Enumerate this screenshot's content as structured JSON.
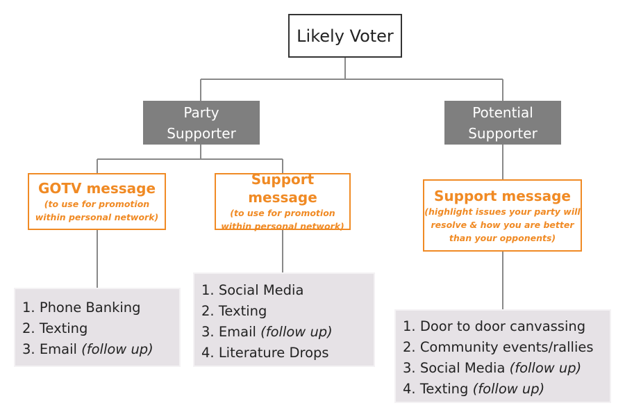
{
  "root": {
    "label": "Likely Voter"
  },
  "branches": [
    {
      "label_line1": "Party",
      "label_line2": "Supporter",
      "messages": [
        {
          "title": "GOTV message",
          "subtitle": "(to use for promotion\nwithin personal network)",
          "channels": [
            {
              "num": "1.",
              "text": "Phone Banking",
              "note": ""
            },
            {
              "num": "2.",
              "text": "Texting",
              "note": ""
            },
            {
              "num": "3.",
              "text": "Email",
              "note": "(follow up)"
            }
          ]
        },
        {
          "title": "Support message",
          "subtitle": "(to use for promotion\nwithin personal network)",
          "channels": [
            {
              "num": "1.",
              "text": "Social Media",
              "note": ""
            },
            {
              "num": "2.",
              "text": "Texting",
              "note": ""
            },
            {
              "num": "3.",
              "text": "Email",
              "note": "(follow up)"
            },
            {
              "num": "4.",
              "text": "Literature Drops",
              "note": ""
            }
          ]
        }
      ]
    },
    {
      "label_line1": "Potential",
      "label_line2": "Supporter",
      "messages": [
        {
          "title": "Support message",
          "subtitle": "(highlight issues your party will\nresolve & how you are better\nthan your opponents)",
          "channels": [
            {
              "num": "1.",
              "text": "Door to door canvassing",
              "note": ""
            },
            {
              "num": "2.",
              "text": "Community events/rallies",
              "note": ""
            },
            {
              "num": "3.",
              "text": "Social Media",
              "note": "(follow up)"
            },
            {
              "num": "4.",
              "text": "Texting",
              "note": "(follow up)"
            }
          ]
        }
      ]
    }
  ],
  "colors": {
    "accent": "#f08a24",
    "category_fill": "#7f7f7f",
    "list_fill": "#e6e2e6",
    "connector": "#888888"
  }
}
